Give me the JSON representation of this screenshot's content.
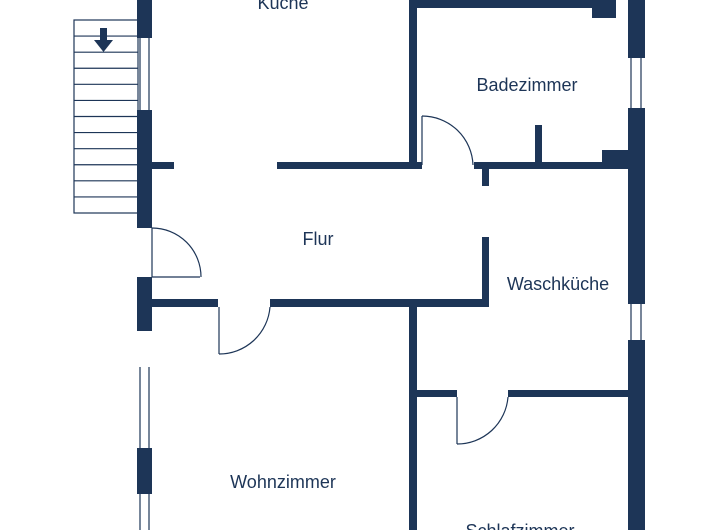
{
  "floorplan": {
    "colors": {
      "wall": "#1d3557",
      "thin_line": "#1d3557",
      "background": "#ffffff"
    },
    "rooms": [
      {
        "id": "kueche",
        "label": "Küche"
      },
      {
        "id": "badezimmer",
        "label": "Badezimmer"
      },
      {
        "id": "flur",
        "label": "Flur"
      },
      {
        "id": "waschkueche",
        "label": "Waschküche"
      },
      {
        "id": "wohnzimmer",
        "label": "Wohnzimmer"
      },
      {
        "id": "schlafzimmer",
        "label": "Schlafzimmer"
      }
    ],
    "staircase": {
      "direction_icon": "arrow-down-icon"
    }
  }
}
